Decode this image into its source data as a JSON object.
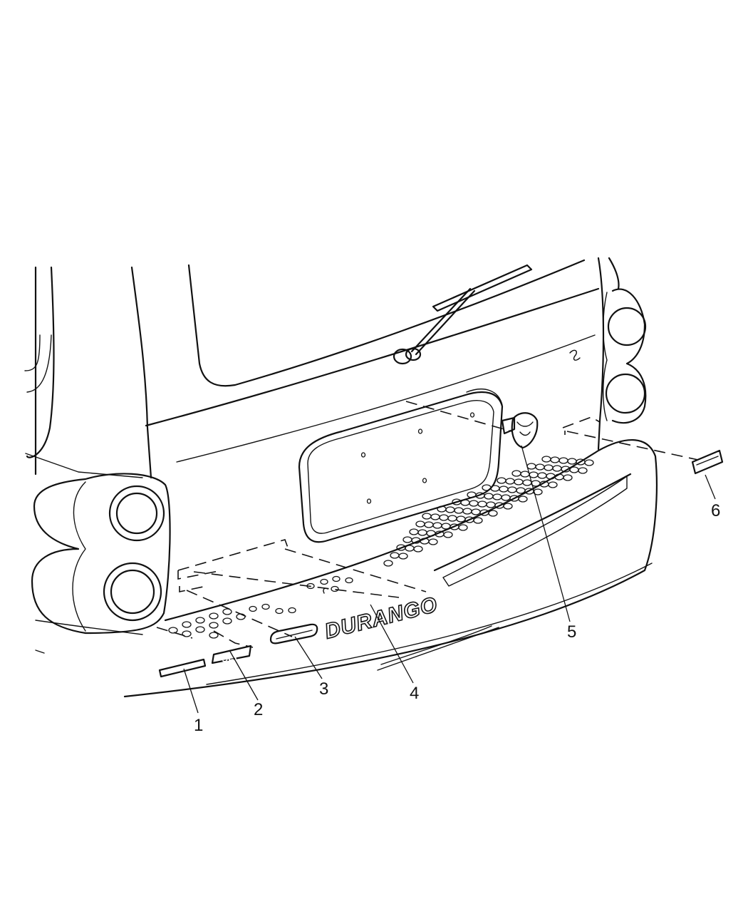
{
  "callouts": [
    {
      "id": "1",
      "label": "1"
    },
    {
      "id": "2",
      "label": "2"
    },
    {
      "id": "3",
      "label": "3"
    },
    {
      "id": "4",
      "label": "4"
    },
    {
      "id": "5",
      "label": "5"
    },
    {
      "id": "6",
      "label": "6"
    }
  ],
  "parts": {
    "nameplate_durango": "DURANGO"
  },
  "colors": {
    "line": "#111111",
    "background": "#ffffff"
  }
}
